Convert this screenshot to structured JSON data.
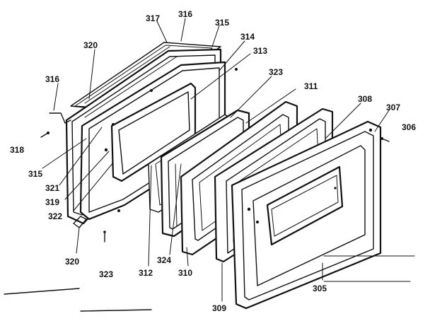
{
  "diagram": {
    "type": "exploded-parts-diagram",
    "subject": "oven door assembly",
    "labels": [
      {
        "id": "l317",
        "text": "317"
      },
      {
        "id": "l316a",
        "text": "316"
      },
      {
        "id": "l315a",
        "text": "315"
      },
      {
        "id": "l320a",
        "text": "320"
      },
      {
        "id": "l314",
        "text": "314"
      },
      {
        "id": "l313",
        "text": "313"
      },
      {
        "id": "l316b",
        "text": "316"
      },
      {
        "id": "l323a",
        "text": "323"
      },
      {
        "id": "l311",
        "text": "311"
      },
      {
        "id": "l308",
        "text": "308"
      },
      {
        "id": "l307",
        "text": "307"
      },
      {
        "id": "l306",
        "text": "306"
      },
      {
        "id": "l318",
        "text": "318"
      },
      {
        "id": "l315b",
        "text": "315"
      },
      {
        "id": "l321",
        "text": "321"
      },
      {
        "id": "l319",
        "text": "319"
      },
      {
        "id": "l322",
        "text": "322"
      },
      {
        "id": "l320b",
        "text": "320"
      },
      {
        "id": "l323b",
        "text": "323"
      },
      {
        "id": "l312",
        "text": "312"
      },
      {
        "id": "l324",
        "text": "324"
      },
      {
        "id": "l310",
        "text": "310"
      },
      {
        "id": "l309",
        "text": "309"
      },
      {
        "id": "l305",
        "text": "305"
      }
    ]
  }
}
